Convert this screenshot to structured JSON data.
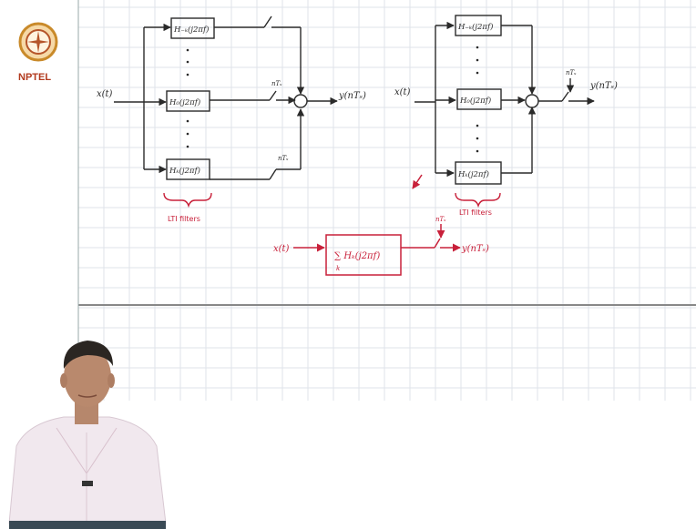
{
  "logo": {
    "text": "NPTEL"
  },
  "colors": {
    "ink": "#2a2a2a",
    "accent": "#c8203a",
    "grid": "#dfe3ea"
  },
  "diagram_left": {
    "input": "x(t)",
    "filter_top": "H₋ₖ(j2πf)",
    "filter_mid": "H₀(j2πf)",
    "filter_bot": "Hₖ(j2πf)",
    "sample_mid": "nTₛ",
    "sample_bot": "nTₛ",
    "output": "y(nTₛ)",
    "brace_label": "LTI filters"
  },
  "diagram_right": {
    "input": "x(t)",
    "filter_top": "H₋ₖ(j2πf)",
    "filter_mid": "H₀(j2πf)",
    "filter_bot": "Hₖ(j2πf)",
    "sample": "nTₛ",
    "output": "y(nTₛ)",
    "brace_label": "LTI filters"
  },
  "diagram_red": {
    "input": "x(t)",
    "block": "∑ Hₖ(j2πf)",
    "block_sub": "k",
    "sample": "nTₛ",
    "output": "y(nTₛ)"
  }
}
